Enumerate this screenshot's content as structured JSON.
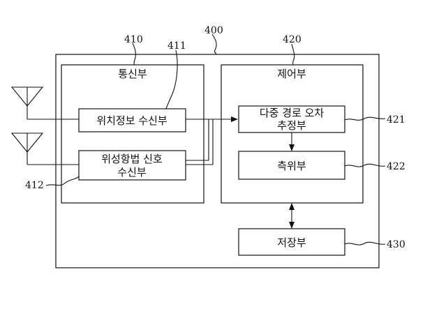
{
  "refs": {
    "r400": "400",
    "r410": "410",
    "r411": "411",
    "r412": "412",
    "r420": "420",
    "r421": "421",
    "r422": "422",
    "r430": "430"
  },
  "blocks": {
    "comm_title": "통신부",
    "control_title": "제어부",
    "position_receiver": "위치정보 수신부",
    "nav_signal_line1": "위성항법 신호",
    "nav_signal_line2": "수신부",
    "multipath_line1": "다중 경로 오차",
    "multipath_line2": "추정부",
    "positioning": "측위부",
    "storage": "저장부"
  }
}
